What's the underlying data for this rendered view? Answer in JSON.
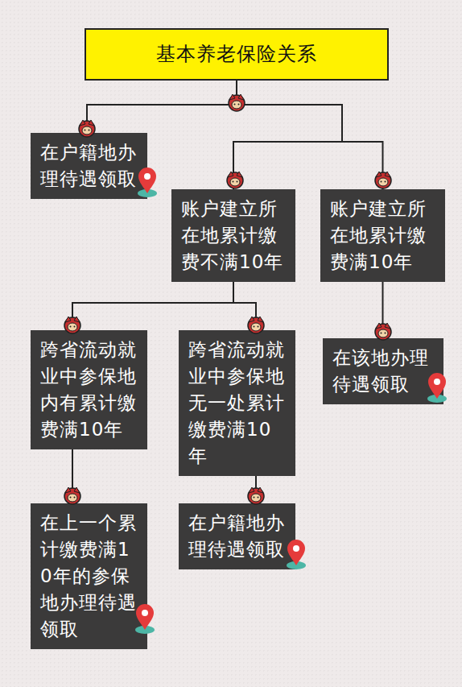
{
  "diagram": {
    "nodes": [
      {
        "text": [
          "基本养老保险关系"
        ]
      },
      {
        "text": [
          "在户籍地办理待遇领取"
        ]
      },
      {
        "text": [
          "账户建立所在地累计缴费不满10年"
        ]
      },
      {
        "text": [
          "账户建立所在地累计缴费满10年"
        ]
      },
      {
        "text": [
          "跨省流动就业中参保地内有累计缴费满10年"
        ]
      },
      {
        "text": [
          "跨省流动就业中参保地无一处累计缴费满10年"
        ]
      },
      {
        "text": [
          "在该地办理待遇领取"
        ]
      },
      {
        "text": [
          "在上一个累计缴费满10年的参保地办理待遇领取"
        ]
      },
      {
        "text": [
          "在户籍地办理待遇领取"
        ]
      }
    ],
    "edges": [
      {
        "from": 0,
        "to": 1,
        "arrow": "none"
      },
      {
        "from": 0,
        "to": 2,
        "arrow": "none"
      },
      {
        "from": 0,
        "to": 3,
        "arrow": "none"
      },
      {
        "from": 2,
        "to": 4,
        "arrow": "none"
      },
      {
        "from": 2,
        "to": 5,
        "arrow": "none"
      },
      {
        "from": 3,
        "to": 6,
        "arrow": "none"
      },
      {
        "from": 4,
        "to": 7,
        "arrow": "none"
      },
      {
        "from": 5,
        "to": 8,
        "arrow": "none"
      }
    ]
  }
}
